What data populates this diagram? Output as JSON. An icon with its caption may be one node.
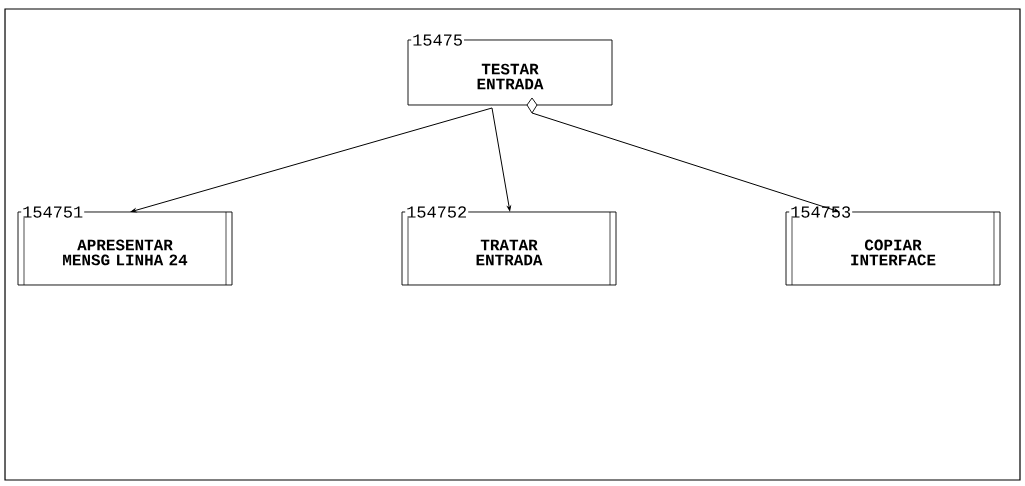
{
  "diagram": {
    "nodes": [
      {
        "text": [
          "15475",
          "TESTAR ENTRADA"
        ]
      },
      {
        "text": [
          "154751",
          "APRESENTAR MENSG LINHA 24"
        ]
      },
      {
        "text": [
          "154752",
          "TRATAR ENTRADA"
        ]
      },
      {
        "text": [
          "154753",
          "COPIAR INTERFACE"
        ]
      }
    ],
    "edges": [
      {
        "from": 0,
        "to": 1,
        "arrow": "to"
      },
      {
        "from": 0,
        "to": 2,
        "arrow": "to"
      },
      {
        "from": 0,
        "to": 3,
        "arrow": "to"
      }
    ]
  }
}
